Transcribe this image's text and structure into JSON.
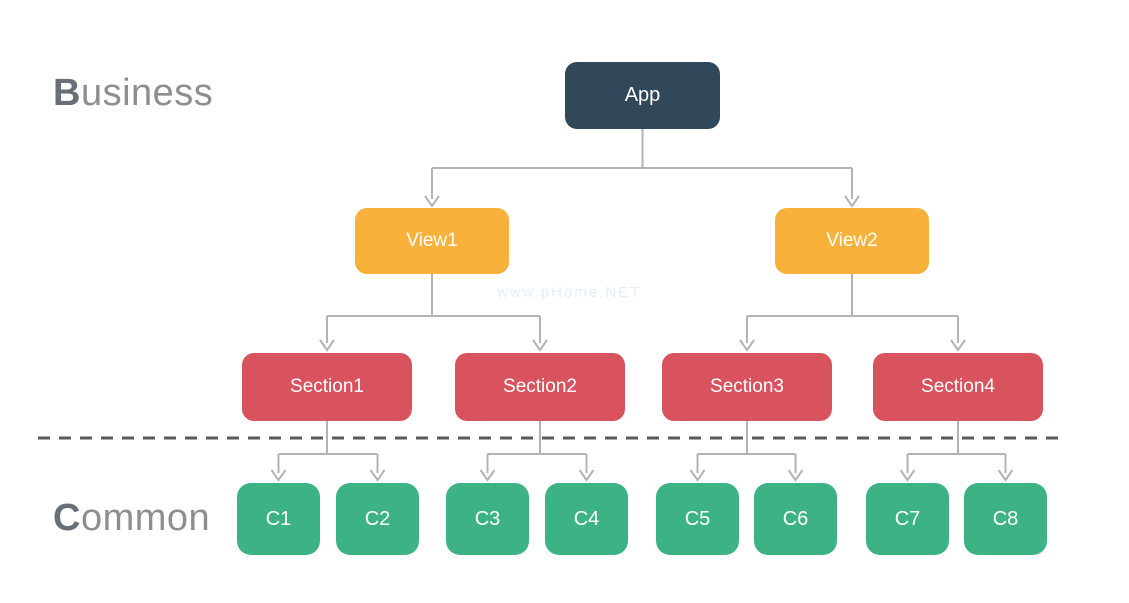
{
  "layers": {
    "business": {
      "initial": "B",
      "rest": "usiness"
    },
    "common": {
      "initial": "C",
      "rest": "ommon"
    }
  },
  "nodes": {
    "app": {
      "label": "App",
      "color": "#31475a"
    },
    "views": [
      {
        "label": "View1",
        "color": "#f8b13a"
      },
      {
        "label": "View2",
        "color": "#f8b13a"
      }
    ],
    "sections": [
      {
        "label": "Section1",
        "color": "#d8535e"
      },
      {
        "label": "Section2",
        "color": "#d8535e"
      },
      {
        "label": "Section3",
        "color": "#d8535e"
      },
      {
        "label": "Section4",
        "color": "#d8535e"
      }
    ],
    "components": [
      {
        "label": "C1",
        "color": "#3db385"
      },
      {
        "label": "C2",
        "color": "#3db385"
      },
      {
        "label": "C3",
        "color": "#3db385"
      },
      {
        "label": "C4",
        "color": "#3db385"
      },
      {
        "label": "C5",
        "color": "#3db385"
      },
      {
        "label": "C6",
        "color": "#3db385"
      },
      {
        "label": "C7",
        "color": "#3db385"
      },
      {
        "label": "C8",
        "color": "#3db385"
      }
    ]
  },
  "edges": [
    {
      "from": "App",
      "to": "View1"
    },
    {
      "from": "App",
      "to": "View2"
    },
    {
      "from": "View1",
      "to": "Section1"
    },
    {
      "from": "View1",
      "to": "Section2"
    },
    {
      "from": "View2",
      "to": "Section3"
    },
    {
      "from": "View2",
      "to": "Section4"
    },
    {
      "from": "Section1",
      "to": "C1"
    },
    {
      "from": "Section1",
      "to": "C2"
    },
    {
      "from": "Section2",
      "to": "C3"
    },
    {
      "from": "Section2",
      "to": "C4"
    },
    {
      "from": "Section3",
      "to": "C5"
    },
    {
      "from": "Section3",
      "to": "C6"
    },
    {
      "from": "Section4",
      "to": "C7"
    },
    {
      "from": "Section4",
      "to": "C8"
    }
  ],
  "watermark": "www.pHome.NET",
  "colors": {
    "app_node": "#31475a",
    "view_node": "#f8b13a",
    "section_node": "#d8535e",
    "component_node": "#3db385",
    "connector": "#b3b3b3",
    "divider_dash": "#595959",
    "layer_label": "#8e8e8e",
    "background": "#ffffff"
  }
}
